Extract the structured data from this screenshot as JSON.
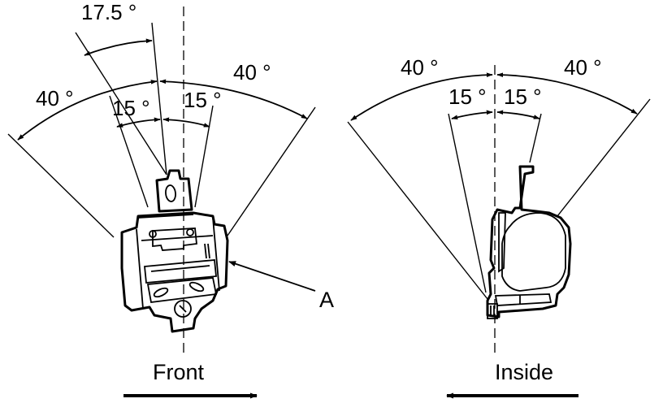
{
  "left_view": {
    "angles": {
      "tilt": "17.5 °",
      "outer_left": "40 °",
      "outer_right": "40 °",
      "inner_left": "15 °",
      "inner_right": "15 °"
    },
    "callout": "A",
    "direction_label": "Front",
    "direction": "right"
  },
  "right_view": {
    "angles": {
      "outer_left": "40 °",
      "outer_right": "40 °",
      "inner_left": "15 °",
      "inner_right": "15 °"
    },
    "direction_label": "Inside",
    "direction": "left"
  }
}
